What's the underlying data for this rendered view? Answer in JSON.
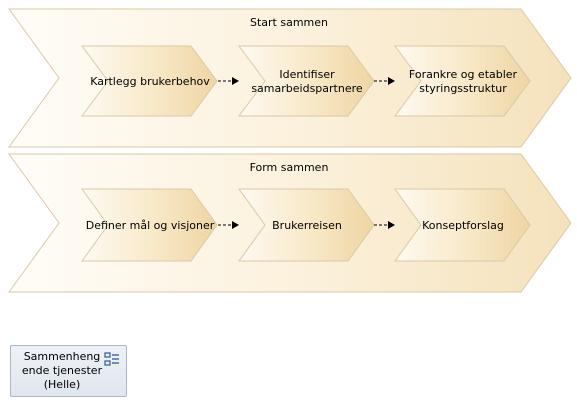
{
  "groups": [
    {
      "title": "Start sammen",
      "steps": [
        {
          "lines": [
            "Kartlegg  brukerbehov"
          ]
        },
        {
          "lines": [
            "Identifiser",
            "samarbeidspartnere"
          ]
        },
        {
          "lines": [
            "Forankre og etabler",
            "styringsstruktur"
          ]
        }
      ]
    },
    {
      "title": "Form sammen",
      "steps": [
        {
          "lines": [
            "Definer mål og visjoner"
          ]
        },
        {
          "lines": [
            "Brukerreisen"
          ]
        },
        {
          "lines": [
            "Konseptforslag"
          ]
        }
      ]
    }
  ],
  "application": {
    "lines": [
      "Sammenheng",
      "ende tjenester",
      "(Helle)"
    ],
    "icon": "application-component-icon"
  },
  "colors": {
    "chevron_light": "#fffaf0",
    "chevron_dark": "#f6e3bf",
    "chevron_border": "#d9c9a6",
    "step_light": "#fdf3de",
    "step_dark": "#efd8a8",
    "app_icon": "#2f5d8c"
  }
}
